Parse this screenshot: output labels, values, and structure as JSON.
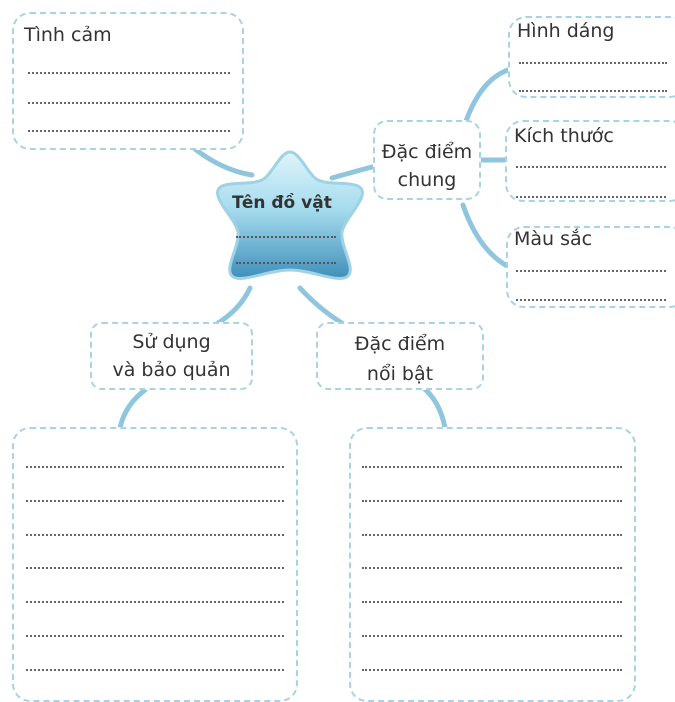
{
  "center": {
    "title": "Tên đồ vật"
  },
  "nodes": {
    "emotion": {
      "label": "Tình cảm"
    },
    "general": {
      "label": "Đặc điểm chung"
    },
    "shape": {
      "label": "Hình dáng"
    },
    "size": {
      "label": "Kích thước"
    },
    "color": {
      "label": "Màu sắc"
    },
    "usage": {
      "line1": "Sử dụng",
      "line2": "và bảo quản"
    },
    "notable": {
      "line1": "Đặc điểm",
      "line2": "nổi bật"
    }
  },
  "colors": {
    "line": "#8fc6de",
    "dash": "#a8d3e3",
    "star_light": "#cdeef7",
    "star_dark": "#3f93bd"
  }
}
